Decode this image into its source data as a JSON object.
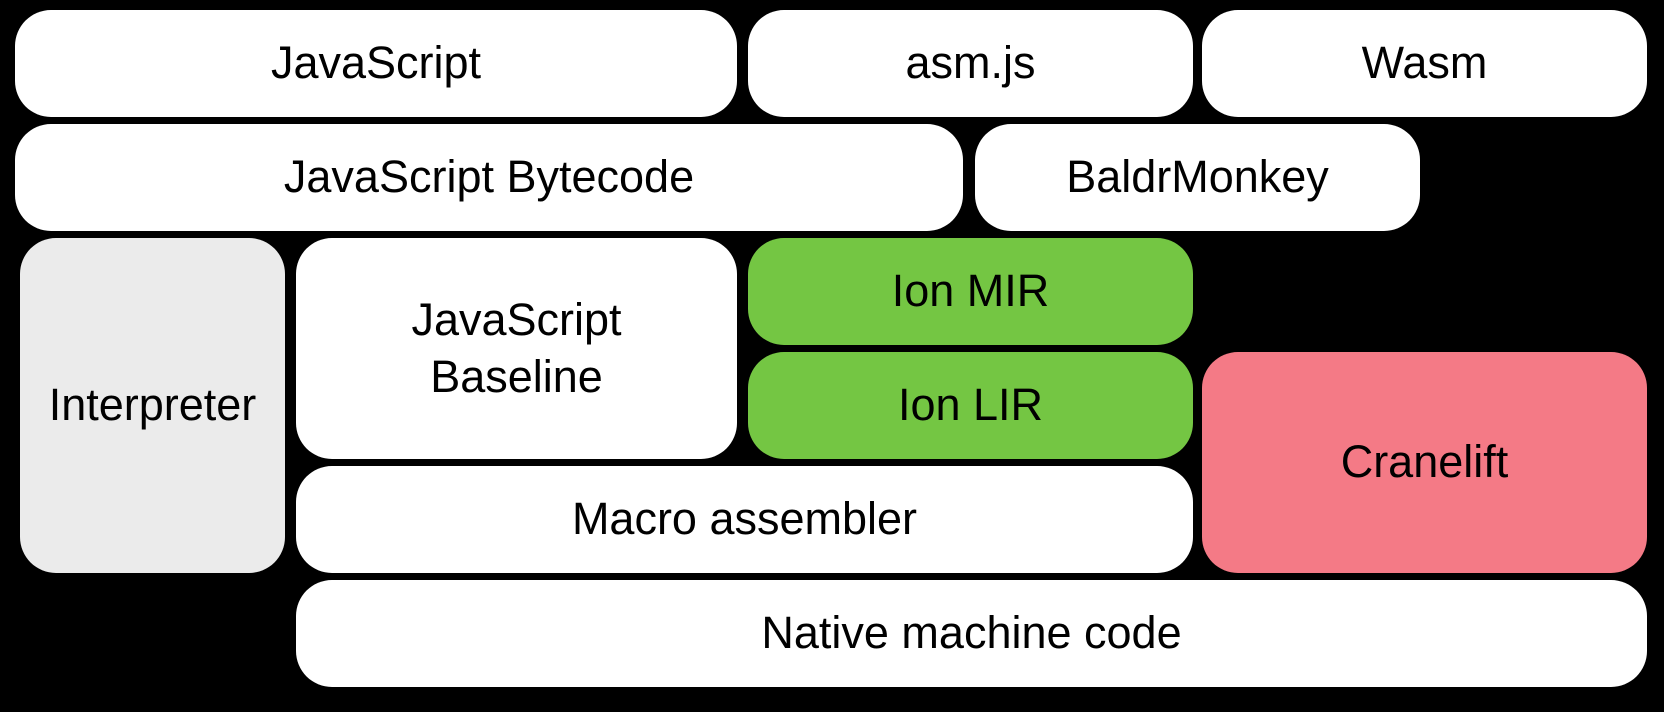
{
  "colors": {
    "background": "#000000",
    "box_white": "#FFFFFF",
    "box_gray": "#EBEBEB",
    "box_green": "#74C643",
    "box_pink": "#F47A86",
    "text": "#000000"
  },
  "diagram": {
    "boxes": [
      {
        "id": "javascript",
        "label": "JavaScript",
        "color": "white"
      },
      {
        "id": "asm-js",
        "label": "asm.js",
        "color": "white"
      },
      {
        "id": "wasm",
        "label": "Wasm",
        "color": "white"
      },
      {
        "id": "javascript-bytecode",
        "label": "JavaScript Bytecode",
        "color": "white"
      },
      {
        "id": "baldrmonkey",
        "label": "BaldrMonkey",
        "color": "white"
      },
      {
        "id": "interpreter",
        "label": "Interpreter",
        "color": "gray"
      },
      {
        "id": "javascript-baseline",
        "label": "JavaScript\nBaseline",
        "color": "white"
      },
      {
        "id": "ion-mir",
        "label": "Ion MIR",
        "color": "green"
      },
      {
        "id": "ion-lir",
        "label": "Ion LIR",
        "color": "green"
      },
      {
        "id": "cranelift",
        "label": "Cranelift",
        "color": "pink"
      },
      {
        "id": "macro-assembler",
        "label": "Macro assembler",
        "color": "white"
      },
      {
        "id": "native-machine-code",
        "label": "Native machine code",
        "color": "white"
      }
    ]
  }
}
